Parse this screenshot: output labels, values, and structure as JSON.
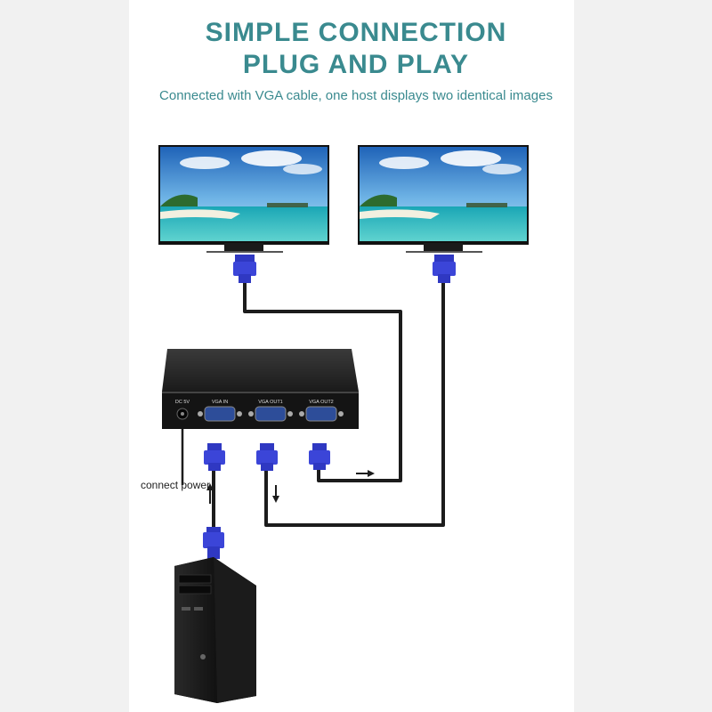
{
  "header": {
    "title_line1": "SIMPLE CONNECTION",
    "title_line2": "PLUG AND PLAY",
    "subtitle": "Connected with VGA cable, one host displays two identical images"
  },
  "splitter": {
    "dc_label": "DC 5V",
    "port_in": "VGA IN",
    "port_out1": "VGA OUT1",
    "port_out2": "VGA OUT2"
  },
  "annotation": {
    "connect_power": "connect power"
  },
  "colors": {
    "title": "#3a8a8f",
    "vga_connector": "#3b45d8",
    "cable": "#1c1c1c",
    "device": "#1e1e1e"
  },
  "icons": [
    "monitor-icon",
    "vga-connector-icon",
    "splitter-box-icon",
    "pc-tower-icon",
    "arrow-icon"
  ]
}
